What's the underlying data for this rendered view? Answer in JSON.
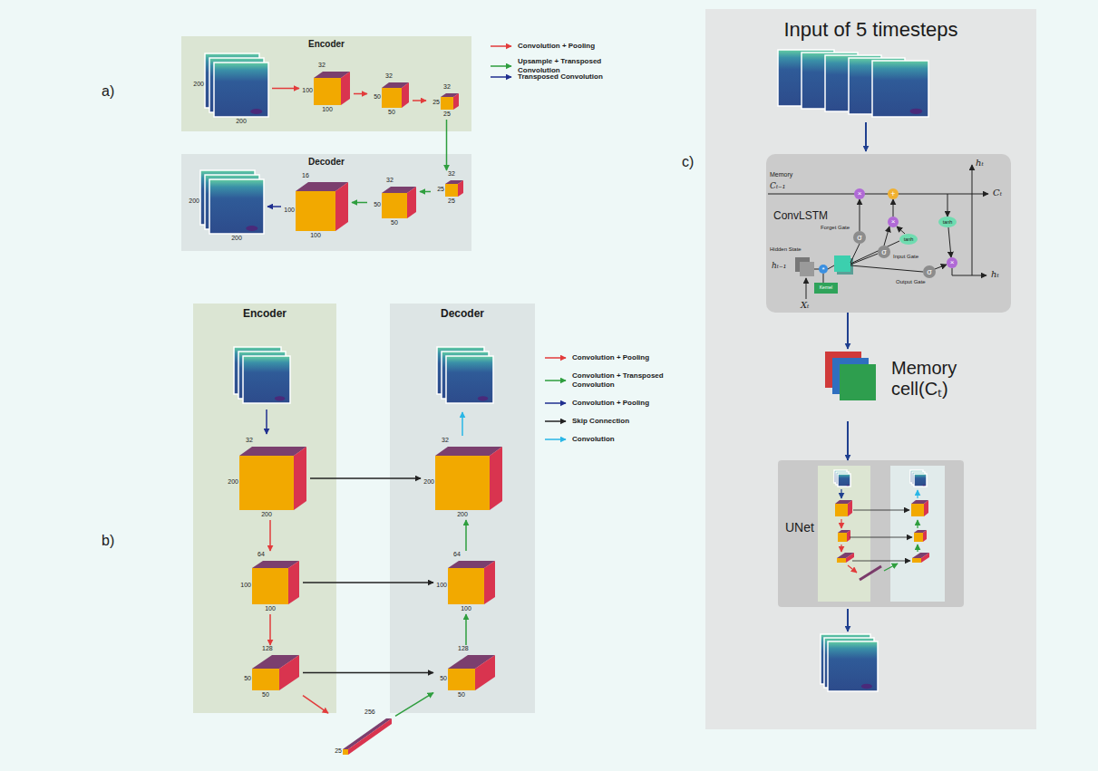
{
  "diagram": {
    "nodes": [
      {
        "text": [
          "Encoder"
        ]
      },
      {
        "text": [
          "200",
          "200"
        ],
        "in": 0
      },
      {
        "text": [
          "32",
          "100",
          "100"
        ],
        "in": 0
      },
      {
        "text": [
          "32",
          "50",
          "50"
        ],
        "in": 0
      },
      {
        "text": [
          "32",
          "25",
          "25"
        ],
        "in": 0
      },
      {
        "text": [
          "Decoder"
        ]
      },
      {
        "text": [
          "32",
          "25",
          "25"
        ],
        "in": 5
      },
      {
        "text": [
          "32",
          "50",
          "50"
        ],
        "in": 5
      },
      {
        "text": [
          "16",
          "100",
          "100"
        ],
        "in": 5
      },
      {
        "text": [
          "200",
          "200"
        ],
        "in": 5
      },
      {
        "text": [
          "Encoder"
        ]
      },
      {
        "text": [
          "32",
          "200",
          "200"
        ],
        "in": 10
      },
      {
        "text": [
          "64",
          "100",
          "100"
        ],
        "in": 10
      },
      {
        "text": [
          "128",
          "50",
          "50"
        ],
        "in": 10
      },
      {
        "text": [
          "Decoder"
        ]
      },
      {
        "text": [
          "32",
          "200",
          "200"
        ],
        "in": 14
      },
      {
        "text": [
          "64",
          "100",
          "100"
        ],
        "in": 14
      },
      {
        "text": [
          "128",
          "50",
          "50"
        ],
        "in": 14
      },
      {
        "text": [
          "256",
          "25"
        ]
      },
      {
        "text": [
          "Input of 5 timesteps"
        ]
      },
      {
        "text": [
          "ConvLSTM"
        ],
        "in": 19
      },
      {
        "text": [
          "Memory cell(Cₜ)"
        ],
        "in": 19
      },
      {
        "text": [
          "UNet"
        ],
        "in": 19
      }
    ],
    "edges": [
      {
        "from": 1,
        "to": 2,
        "arrow": "to"
      },
      {
        "from": 2,
        "to": 3,
        "arrow": "to"
      },
      {
        "from": 3,
        "to": 4,
        "arrow": "to"
      },
      {
        "from": 4,
        "to": 6,
        "arrow": "to"
      },
      {
        "from": 6,
        "to": 7,
        "arrow": "to"
      },
      {
        "from": 7,
        "to": 8,
        "arrow": "to"
      },
      {
        "from": 8,
        "to": 9,
        "arrow": "to"
      },
      {
        "from": 11,
        "to": 12,
        "arrow": "to"
      },
      {
        "from": 12,
        "to": 13,
        "arrow": "to"
      },
      {
        "from": 13,
        "to": 18,
        "arrow": "to"
      },
      {
        "from": 18,
        "to": 17,
        "arrow": "to"
      },
      {
        "from": 17,
        "to": 16,
        "arrow": "to"
      },
      {
        "from": 16,
        "to": 15,
        "arrow": "to"
      },
      {
        "from": 11,
        "to": 15,
        "arrow": "to"
      },
      {
        "from": 12,
        "to": 16,
        "arrow": "to"
      },
      {
        "from": 13,
        "to": 17,
        "arrow": "to"
      },
      {
        "from": 20,
        "to": 21,
        "arrow": "to"
      },
      {
        "from": 21,
        "to": 22,
        "arrow": "to"
      }
    ],
    "labels": [
      "a)",
      "b)",
      "c)",
      "Memory",
      "Cₜ₋₁",
      "Cₜ",
      "hₜ",
      "hₜ",
      "Hidden State",
      "hₜ₋₁",
      "Xₜ",
      "Kernel",
      "Forget Gate",
      "Input Gate",
      "Output Gate",
      "σ",
      "σ",
      "σ",
      "tanh",
      "tanh",
      "*",
      "×",
      "+",
      "×",
      "×"
    ],
    "legend": [
      {
        "text": "Convolution + Pooling"
      },
      {
        "text": "Upsample + Transposed Convolution"
      },
      {
        "text": "Transposed Convolution"
      },
      {
        "text": "Convolution + Pooling"
      },
      {
        "text": "Convolution + Transposed Convolution"
      },
      {
        "text": "Convolution + Pooling"
      },
      {
        "text": "Skip Connection"
      },
      {
        "text": "Convolution"
      }
    ]
  }
}
